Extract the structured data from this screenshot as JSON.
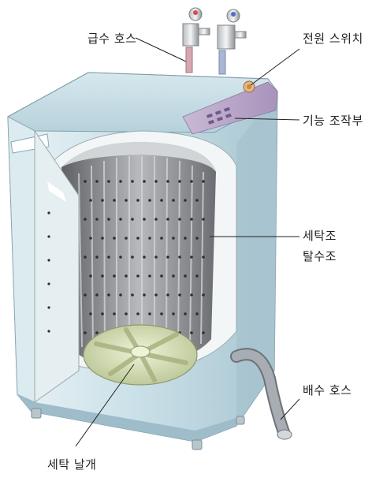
{
  "labels": {
    "water_hose": "급수 호스",
    "power_switch": "전원 스위치",
    "control_panel": "기능 조작부",
    "tub_line1": "세탁조",
    "tub_line2": "탈수조",
    "drain_hose": "배수 호스",
    "pulsator": "세탁 날개"
  },
  "colors": {
    "body": "#cfe3ea",
    "panel": "#b9a9c8",
    "drum": "#8e8f94",
    "pulsator": "#d8e0b8",
    "hose": "#8a8f93"
  },
  "icons": [
    "faucet-icon",
    "faucet-icon"
  ]
}
